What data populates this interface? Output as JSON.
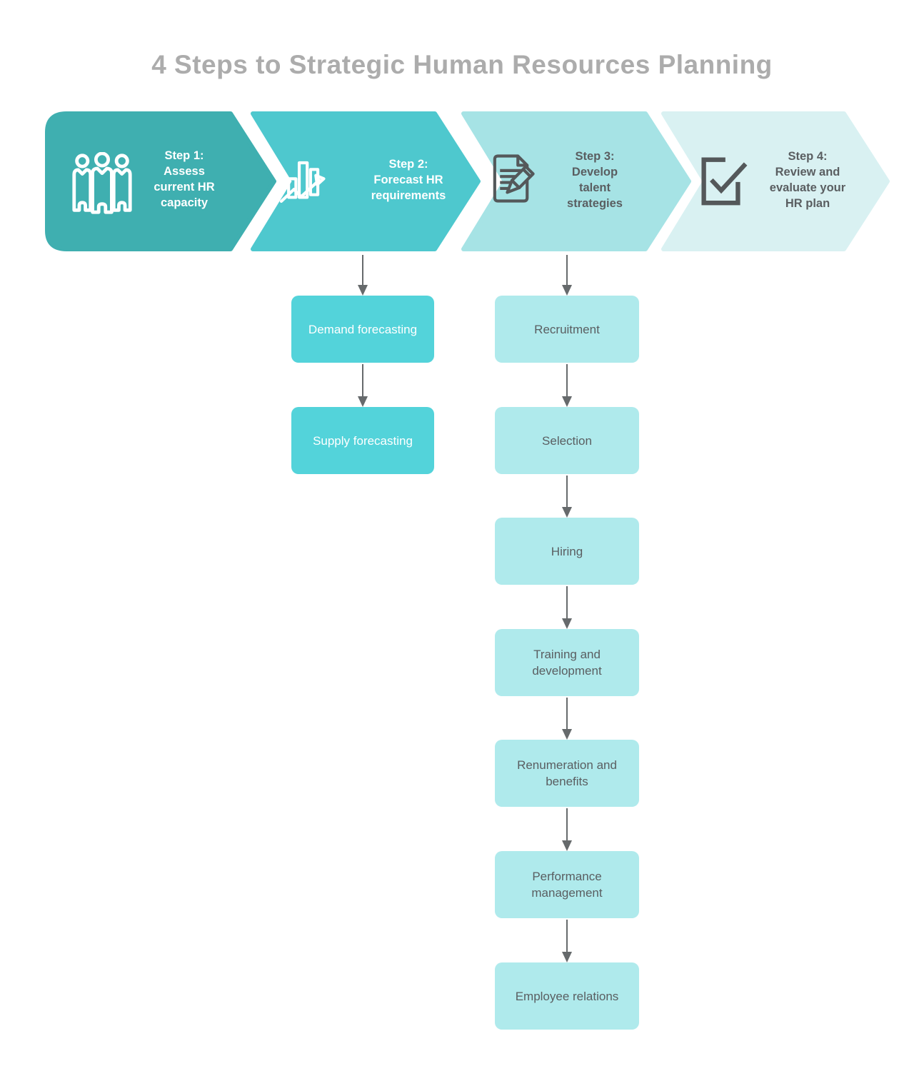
{
  "title": "4 Steps to Strategic Human Resources Planning",
  "steps": [
    {
      "label": "Step 1:\nAssess\ncurrent HR\ncapacity",
      "icon": "people-icon"
    },
    {
      "label": "Step 2:\nForecast HR\nrequirements",
      "icon": "bar-chart-icon"
    },
    {
      "label": "Step 3:\nDevelop\ntalent\nstrategies",
      "icon": "document-pencil-icon"
    },
    {
      "label": "Step 4:\nReview and\nevaluate your\nHR plan",
      "icon": "checkbox-check-icon"
    }
  ],
  "flows": {
    "step2": [
      "Demand forecasting",
      "Supply forecasting"
    ],
    "step3": [
      "Recruitment",
      "Selection",
      "Hiring",
      "Training and development",
      "Renumeration and benefits",
      "Performance management",
      "Employee relations"
    ]
  },
  "colors": {
    "step1_fill": "#3fafb0",
    "step2_fill": "#4ec8ce",
    "step3_fill": "#a6e3e5",
    "step4_fill": "#d9f1f2",
    "step2_substep_fill": "#53d3da",
    "step3_substep_fill": "#afeaec",
    "title_text": "#acacac",
    "dark_text": "#5a5e61",
    "light_text": "#ffffff",
    "light_icon": "#ffffff",
    "dark_icon": "#54585a",
    "arrow": "#666a6c"
  }
}
